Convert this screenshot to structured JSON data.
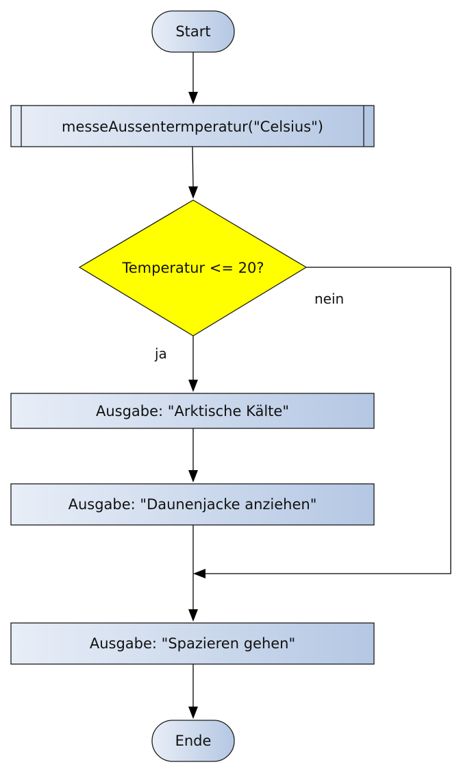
{
  "diagram": {
    "nodes": {
      "start": {
        "label": "Start",
        "shape": "terminator"
      },
      "measure": {
        "label": "messeAussentermperatur(\"Celsius\")",
        "shape": "subroutine"
      },
      "decision": {
        "label": "Temperatur <= 20?",
        "shape": "decision",
        "color": "#ffff00"
      },
      "out_cold": {
        "label": "Ausgabe: \"Arktische Kälte\"",
        "shape": "process"
      },
      "out_jacket": {
        "label": "Ausgabe: \"Daunenjacke anziehen\"",
        "shape": "process"
      },
      "out_walk": {
        "label": "Ausgabe: \"Spazieren gehen\"",
        "shape": "process"
      },
      "end": {
        "label": "Ende",
        "shape": "terminator"
      }
    },
    "edges": {
      "yes": {
        "label": "ja",
        "from": "decision",
        "to": "out_cold"
      },
      "no": {
        "label": "nein",
        "from": "decision",
        "to": "out_walk"
      }
    },
    "colors": {
      "box_gradient_start": "#e8eef7",
      "box_gradient_end": "#b4c7e3",
      "decision_fill": "#ffff00",
      "stroke": "#1a1a1a"
    }
  }
}
